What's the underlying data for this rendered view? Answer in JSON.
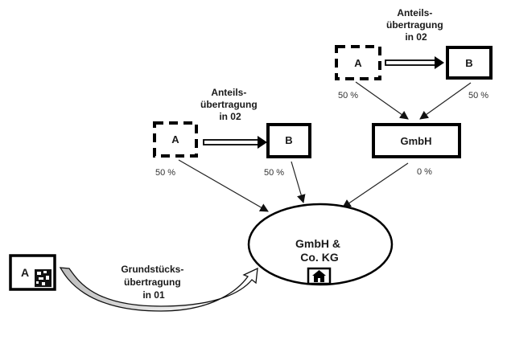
{
  "diagram": {
    "top_right": {
      "transfer_label": [
        "Anteils-",
        "übertragung",
        "in 02"
      ],
      "node_a": {
        "label": "A",
        "style": "dashed",
        "share": "50 %"
      },
      "node_b": {
        "label": "B",
        "style": "solid",
        "share": "50 %"
      },
      "gmbh": {
        "label": "GmbH",
        "share": "0 %"
      }
    },
    "middle": {
      "transfer_label": [
        "Anteils-",
        "übertragung",
        "in 02"
      ],
      "node_a": {
        "label": "A",
        "style": "dashed",
        "share": "50 %"
      },
      "node_b": {
        "label": "B",
        "style": "solid",
        "share": "50 %"
      }
    },
    "center": {
      "label": [
        "GmbH &",
        "Co. KG"
      ],
      "icon": "house-icon"
    },
    "bottom_left": {
      "node_a": {
        "label": "A",
        "icon": "land-parcel-icon"
      },
      "transfer_label": [
        "Grundstücks-",
        "übertragung",
        "in 01"
      ]
    }
  }
}
